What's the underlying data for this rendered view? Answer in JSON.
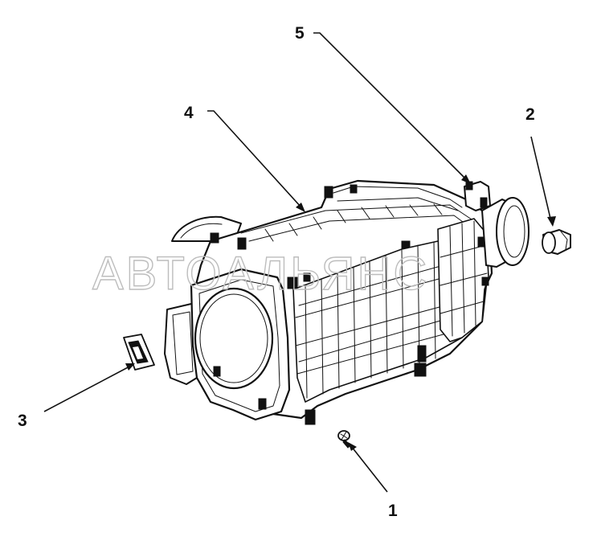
{
  "watermark": {
    "text": "АВТОАЛЬЯНС"
  },
  "callouts": [
    {
      "id": "1",
      "label": "1"
    },
    {
      "id": "2",
      "label": "2"
    },
    {
      "id": "3",
      "label": "3"
    },
    {
      "id": "4",
      "label": "4"
    },
    {
      "id": "5",
      "label": "5"
    }
  ],
  "colors": {
    "ink": "#111111",
    "paper": "#ffffff",
    "watermark": "#bdbdbd"
  }
}
